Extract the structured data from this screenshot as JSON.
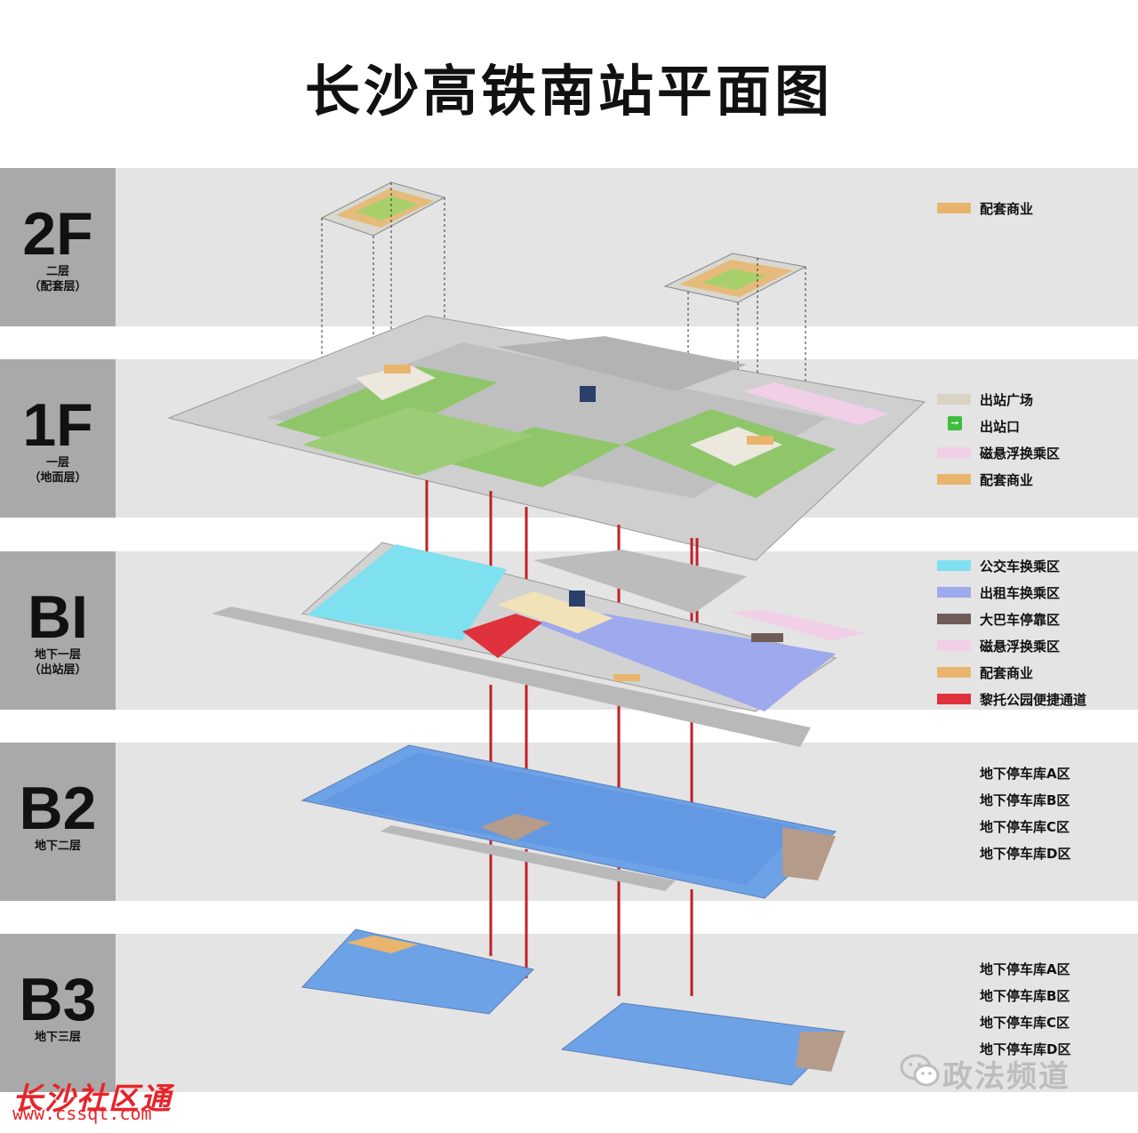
{
  "title": "长沙高铁南站平面图",
  "floors": [
    {
      "code": "2F",
      "sub1": "二层",
      "sub2": "（配套层）"
    },
    {
      "code": "1F",
      "sub1": "一层",
      "sub2": "（地面层）"
    },
    {
      "code": "BI",
      "sub1": "地下一层",
      "sub2": "（出站层）"
    },
    {
      "code": "B2",
      "sub1": "地下二层",
      "sub2": ""
    },
    {
      "code": "B3",
      "sub1": "地下三层",
      "sub2": ""
    }
  ],
  "legend_2f": [
    {
      "label": "配套商业",
      "color": "#e9b56c"
    }
  ],
  "legend_1f": [
    {
      "label": "出站广场",
      "color": "#d9d3c3"
    },
    {
      "label": "出站口",
      "color": "#3cbe3c",
      "icon": "exit-icon"
    },
    {
      "label": "磁悬浮换乘区",
      "color": "#f1cfe6"
    },
    {
      "label": "配套商业",
      "color": "#e9b56c"
    }
  ],
  "legend_b1": [
    {
      "label": "公交车换乘区",
      "color": "#7fe0ef"
    },
    {
      "label": "出租车换乘区",
      "color": "#9ea9ee"
    },
    {
      "label": "大巴车停靠区",
      "color": "#6f5c58"
    },
    {
      "label": "磁悬浮换乘区",
      "color": "#f1cfe6"
    },
    {
      "label": "配套商业",
      "color": "#e9b56c"
    },
    {
      "label": "黎托公园便捷通道",
      "color": "#e0323c"
    }
  ],
  "legend_b2": [
    "地下停车库A区",
    "地下停车库B区",
    "地下停车库C区",
    "地下停车库D区"
  ],
  "legend_b3": [
    "地下停车库A区",
    "地下停车库B区",
    "地下停车库C区",
    "地下停车库D区"
  ],
  "watermark_left": "长沙社区通",
  "watermark_url": "www.cssqt.com",
  "watermark_right": "政法频道"
}
